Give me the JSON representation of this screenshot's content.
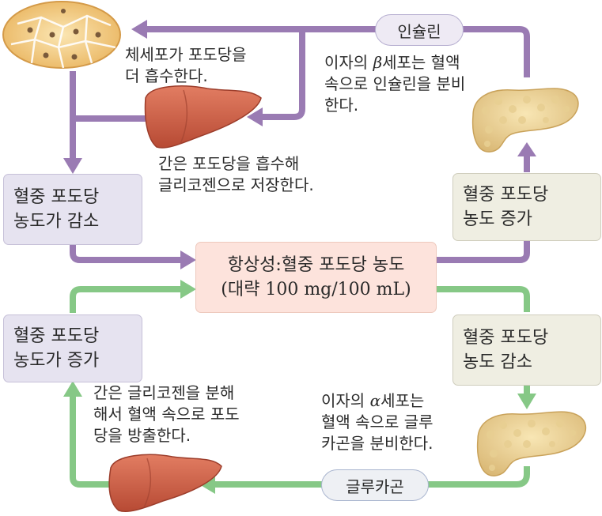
{
  "boxes": {
    "left_top": [
      "혈중 포도당",
      "농도가 감소"
    ],
    "right_top": [
      "혈중 포도당",
      "농도 증가"
    ],
    "center": [
      "항상성:혈중 포도당 농도",
      "(대략 100 mg/100 mL)"
    ],
    "left_bottom": [
      "혈중 포도당",
      "농도가 증가"
    ],
    "right_bottom": [
      "혈중 포도당",
      "농도 감소"
    ]
  },
  "hormones": {
    "insulin": "인슐린",
    "glucagon": "글루카곤"
  },
  "notes": {
    "cells_absorb": [
      "체세포가 포도당을",
      "더 흡수한다."
    ],
    "beta_cells": {
      "line1_prefix": "이자의",
      "line1_greek": "β",
      "line1_suffix": "세포는 혈액",
      "line2": "속으로 인슐린을 분비",
      "line3": "한다."
    },
    "liver_store": [
      "간은 포도당을 흡수해",
      "글리코젠으로 저장한다."
    ],
    "liver_release": [
      "간은 글리코젠을 분해",
      "해서 혈액 속으로 포도",
      "당을 방출한다."
    ],
    "alpha_cells": {
      "line1_prefix": "이자의",
      "line1_greek": "α",
      "line1_suffix": "세포는",
      "line2": "혈액 속으로 글루",
      "line3": "카곤을 분비한다."
    }
  },
  "colors": {
    "purple_arrow": "#9a7bb3",
    "green_arrow": "#86c886"
  }
}
